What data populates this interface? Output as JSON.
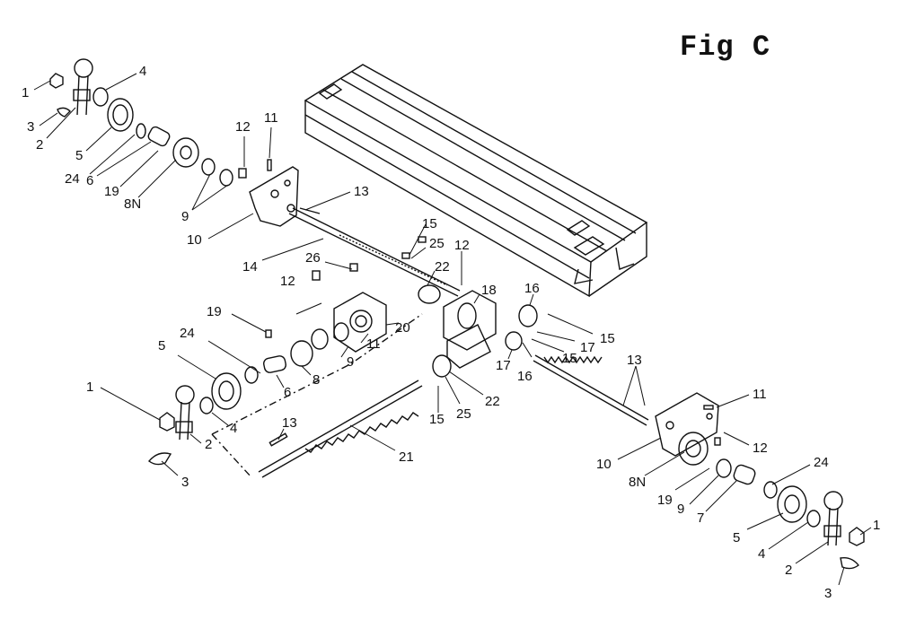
{
  "figure": {
    "title": "Fig C"
  },
  "callouts": {
    "l_1": "1",
    "l_3": "3",
    "l_2": "2",
    "l_5": "5",
    "l_24": "24",
    "l_6": "6",
    "l_19": "19",
    "l_8N": "8N",
    "l_9": "9",
    "l_10": "10",
    "l_4": "4",
    "l_12": "12",
    "l_11": "11",
    "l_13": "13",
    "l_14": "14",
    "l_26": "26",
    "l_15": "15",
    "l_25": "25",
    "l_22": "22",
    "m_12a": "12",
    "m_18": "18",
    "m_16a": "16",
    "m_15a": "15",
    "m_17a": "17",
    "m_15b": "15",
    "m_17b": "17",
    "m_16b": "16",
    "m_12b": "12",
    "m_19": "19",
    "m_20": "20",
    "m_11": "11",
    "m_9": "9",
    "m_8": "8",
    "m_6": "6",
    "m_24": "24",
    "m_5": "5",
    "m_1": "1",
    "m_4": "4",
    "m_2": "2",
    "m_3": "3",
    "m_13": "13",
    "m_21": "21",
    "m_22": "22",
    "m_15c": "15",
    "m_25": "25",
    "r_13": "13",
    "r_11": "11",
    "r_12": "12",
    "r_10": "10",
    "r_8N": "8N",
    "r_19": "19",
    "r_9": "9",
    "r_7": "7",
    "r_24": "24",
    "r_5": "5",
    "r_4": "4",
    "r_1": "1",
    "r_2": "2",
    "r_3": "3"
  }
}
